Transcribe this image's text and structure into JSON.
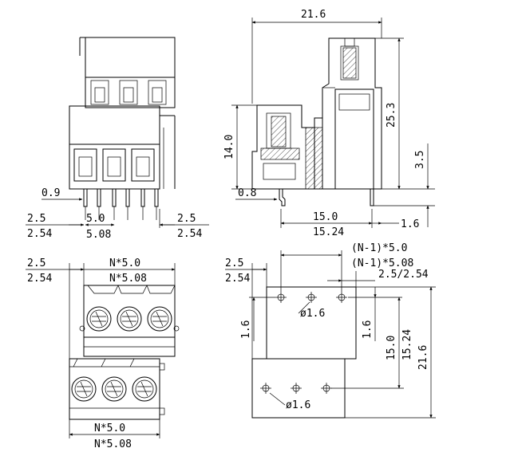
{
  "views": {
    "front": {
      "dims": {
        "d09": "0.9",
        "d25_left": "2.5",
        "d254_left": "2.54",
        "d50": "5.0",
        "d508": "5.08",
        "d25_right": "2.5",
        "d254_right": "2.54"
      }
    },
    "side": {
      "dims": {
        "d216": "21.6",
        "d140": "14.0",
        "d08": "0.8",
        "d253": "25.3",
        "d35": "3.5",
        "d150": "15.0",
        "d1524": "15.24",
        "d16": "1.6"
      }
    },
    "top": {
      "dims": {
        "d25": "2.5",
        "d254": "2.54",
        "n50": "N*5.0",
        "n508": "N*5.08"
      },
      "bottom_dims": {
        "n50": "N*5.0",
        "n508": "N*5.08"
      }
    },
    "pcb": {
      "dims": {
        "d25": "2.5",
        "d254": "2.54",
        "n1_50": "(N-1)*5.0",
        "n1_508": "(N-1)*5.08",
        "d25_254": "2.5/2.54",
        "d16_left": "1.6",
        "d16_right": "1.6",
        "d150": "15.0",
        "d1524": "15.24",
        "d216": "21.6",
        "hole_top": "ø1.6",
        "hole_bottom": "ø1.6"
      }
    }
  }
}
